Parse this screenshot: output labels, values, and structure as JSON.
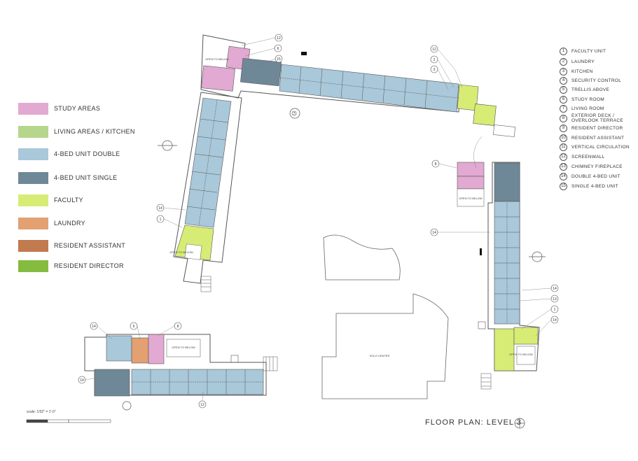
{
  "title": "FLOOR PLAN: LEVEL 3",
  "scale_label": "scale: 1/32\" = 1'-0\"",
  "colors": {
    "study": "#e2a9d2",
    "living": "#b5d68b",
    "double": "#a9c8d9",
    "single": "#6f8898",
    "faculty": "#d7ec74",
    "laundry": "#e3a070",
    "ra": "#c27a4f",
    "rd": "#85bc3f",
    "wall": "#555555"
  },
  "legend": [
    {
      "label": "STUDY AREAS",
      "color": "#e2a9d2"
    },
    {
      "label": "LIVING AREAS / KITCHEN",
      "color": "#b5d68b"
    },
    {
      "label": "4-BED UNIT DOUBLE",
      "color": "#a9c8d9"
    },
    {
      "label": "4-BED UNIT SINGLE",
      "color": "#6f8898"
    },
    {
      "label": "FACULTY",
      "color": "#d7ec74"
    },
    {
      "label": "LAUNDRY",
      "color": "#e3a070"
    },
    {
      "label": "RESIDENT ASSISTANT",
      "color": "#c27a4f"
    },
    {
      "label": "RESIDENT DIRECTOR",
      "color": "#85bc3f"
    }
  ],
  "key": [
    {
      "num": "1",
      "label": "FACULTY UNIT"
    },
    {
      "num": "2",
      "label": "LAUNDRY"
    },
    {
      "num": "3",
      "label": "KITCHEN"
    },
    {
      "num": "4",
      "label": "SECURITY CONTROL"
    },
    {
      "num": "5",
      "label": "TRELLIS ABOVE"
    },
    {
      "num": "6",
      "label": "STUDY ROOM"
    },
    {
      "num": "7",
      "label": "LIVING ROOM"
    },
    {
      "num": "8",
      "label": "EXTERIOR DECK / OVERLOOK TERRACE"
    },
    {
      "num": "9",
      "label": "RESIDENT DIRECTOR"
    },
    {
      "num": "10",
      "label": "RESIDENT ASSISTANT"
    },
    {
      "num": "11",
      "label": "VERTICAL CIRCULATION"
    },
    {
      "num": "12",
      "label": "SCREENWALL"
    },
    {
      "num": "13",
      "label": "CHIMNEY FIREPLACE"
    },
    {
      "num": "14",
      "label": "DOUBLE 4-BED UNIT"
    },
    {
      "num": "15",
      "label": "SINGLE 4-BED UNIT"
    }
  ],
  "annotations": {
    "open_to_below": "OPEN TO BELOW",
    "courtyard_label": "SOLO CENTER"
  },
  "callouts": [
    "12",
    "6",
    "15",
    "12",
    "2",
    "3",
    "8",
    "7",
    "14",
    "1",
    "14",
    "13",
    "1",
    "14",
    "14",
    "6",
    "8",
    "14",
    "12",
    "14"
  ]
}
